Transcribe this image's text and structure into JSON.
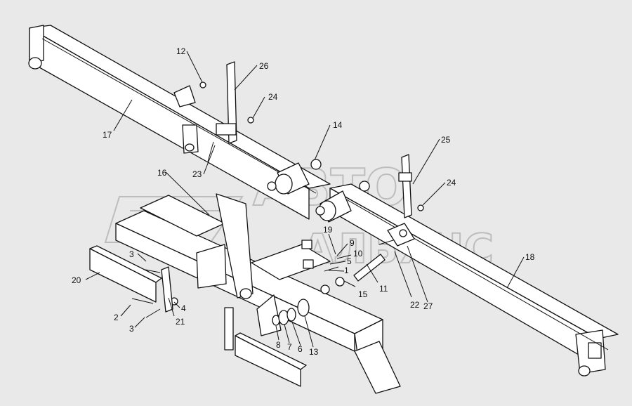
{
  "watermark": {
    "line1": "АВТО",
    "line2": "АЛЬЯНС"
  },
  "callouts": [
    {
      "id": "12",
      "label": "12"
    },
    {
      "id": "26",
      "label": "26"
    },
    {
      "id": "24a",
      "label": "24"
    },
    {
      "id": "17",
      "label": "17"
    },
    {
      "id": "14",
      "label": "14"
    },
    {
      "id": "25",
      "label": "25"
    },
    {
      "id": "24b",
      "label": "24"
    },
    {
      "id": "16",
      "label": "16"
    },
    {
      "id": "23",
      "label": "23"
    },
    {
      "id": "18",
      "label": "18"
    },
    {
      "id": "19",
      "label": "19"
    },
    {
      "id": "9",
      "label": "9"
    },
    {
      "id": "10",
      "label": "10"
    },
    {
      "id": "5",
      "label": "5"
    },
    {
      "id": "1",
      "label": "1"
    },
    {
      "id": "15",
      "label": "15"
    },
    {
      "id": "11",
      "label": "11"
    },
    {
      "id": "22",
      "label": "22"
    },
    {
      "id": "27",
      "label": "27"
    },
    {
      "id": "3a",
      "label": "3"
    },
    {
      "id": "20",
      "label": "20"
    },
    {
      "id": "4",
      "label": "4"
    },
    {
      "id": "2",
      "label": "2"
    },
    {
      "id": "21",
      "label": "21"
    },
    {
      "id": "3b",
      "label": "3"
    },
    {
      "id": "8",
      "label": "8"
    },
    {
      "id": "7",
      "label": "7"
    },
    {
      "id": "6",
      "label": "6"
    },
    {
      "id": "13",
      "label": "13"
    }
  ]
}
